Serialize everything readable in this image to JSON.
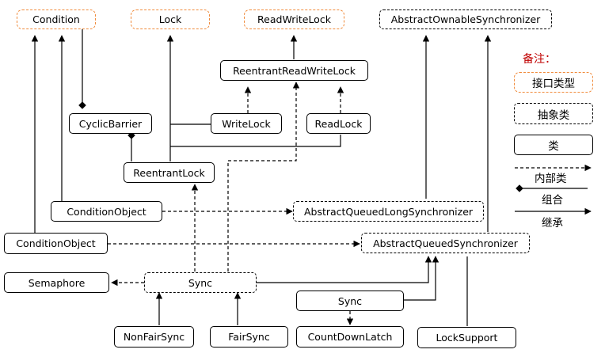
{
  "nodes": {
    "condition": "Condition",
    "lock": "Lock",
    "read_write_lock": "ReadWriteLock",
    "aos": "AbstractOwnableSynchronizer",
    "reentrant_rw_lock": "ReentrantReadWriteLock",
    "cyclic_barrier": "CyclicBarrier",
    "write_lock": "WriteLock",
    "read_lock": "ReadLock",
    "reentrant_lock": "ReentrantLock",
    "condition_object_1": "ConditionObject",
    "aqls": "AbstractQueuedLongSynchronizer",
    "condition_object_2": "ConditionObject",
    "aqs": "AbstractQueuedSynchronizer",
    "semaphore": "Semaphore",
    "sync_1": "Sync",
    "sync_2": "Sync",
    "nonfair_sync": "NonFairSync",
    "fair_sync": "FairSync",
    "count_down_latch": "CountDownLatch",
    "lock_support": "LockSupport"
  },
  "legend": {
    "title": "备注：",
    "interface": "接口类型",
    "abstract": "抽象类",
    "class": "类",
    "inner_class": "内部类",
    "composition": "组合",
    "inheritance": "继承"
  },
  "colors": {
    "interface_border": "#f08a3a",
    "legend_title": "#c00000",
    "line": "#000000"
  }
}
